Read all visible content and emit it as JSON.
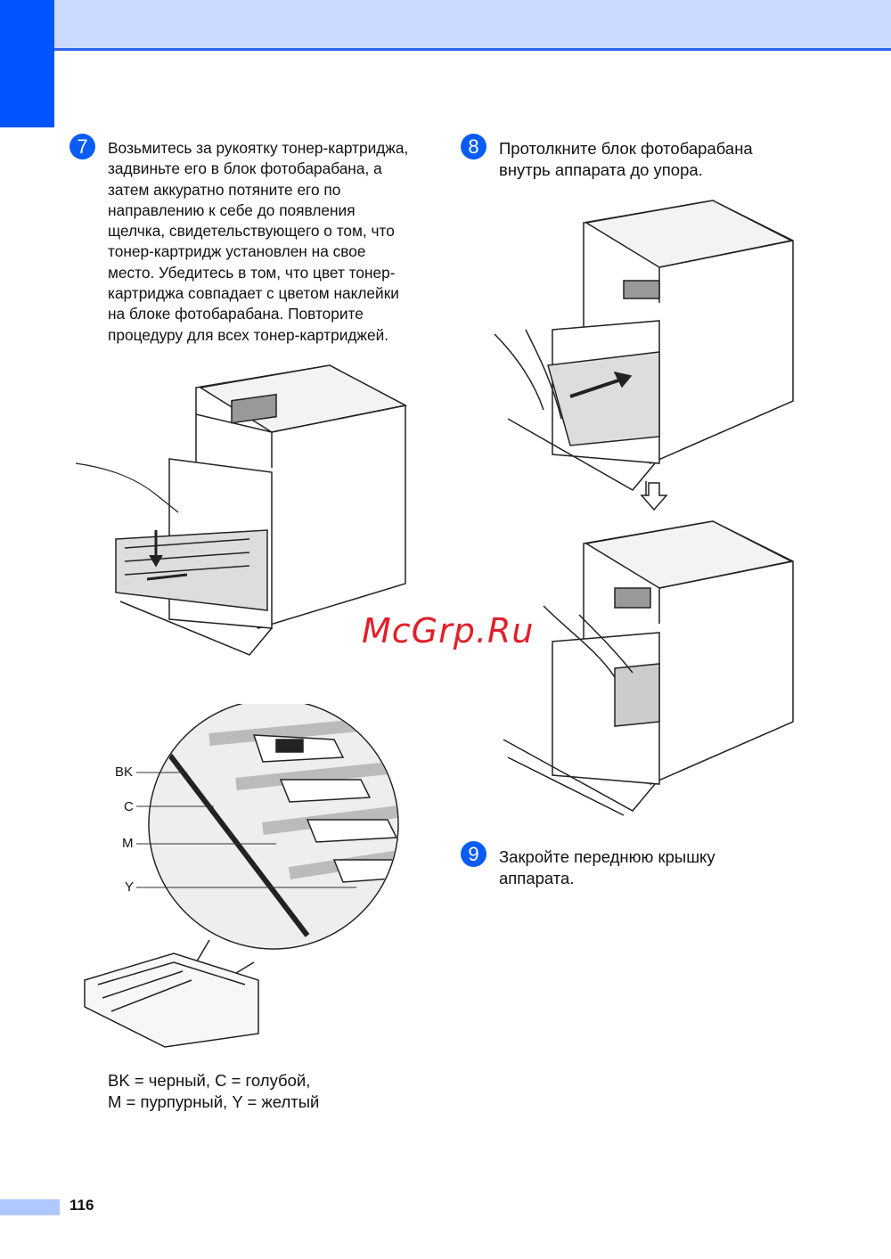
{
  "steps": [
    {
      "number": "7",
      "text": "Возьмитесь за рукоятку тонер-картриджа,\nзадвиньте его в блок фотобарабана, а\nзатем аккуратно потяните его по\nнаправлению к себе до появления\nщелчка, свидетельствующего о том, что\nтонер-картридж установлен на свое\nместо. Убедитесь в том, что цвет тонер-\nкартриджа совпадает с цветом наклейки\nна блоке фотобарабана. Повторите\nпроцедуру для всех тонер-картриджей."
    },
    {
      "number": "8",
      "text": "Протолкните блок фотобарабана\nвнутрь аппарата до упора."
    },
    {
      "number": "9",
      "text": "Закройте переднюю крышку\nаппарата."
    }
  ],
  "callouts": [
    "BK",
    "C",
    "M",
    "Y"
  ],
  "legend": {
    "line1": "BK = черный, C = голубой,",
    "line2": "M = пурпурный, Y = желтый"
  },
  "watermark": "McGrp.Ru",
  "page_number": "116",
  "colors": {
    "accent": "#0055ff",
    "header_band": "#ccdaff",
    "watermark": "#e0202a"
  }
}
